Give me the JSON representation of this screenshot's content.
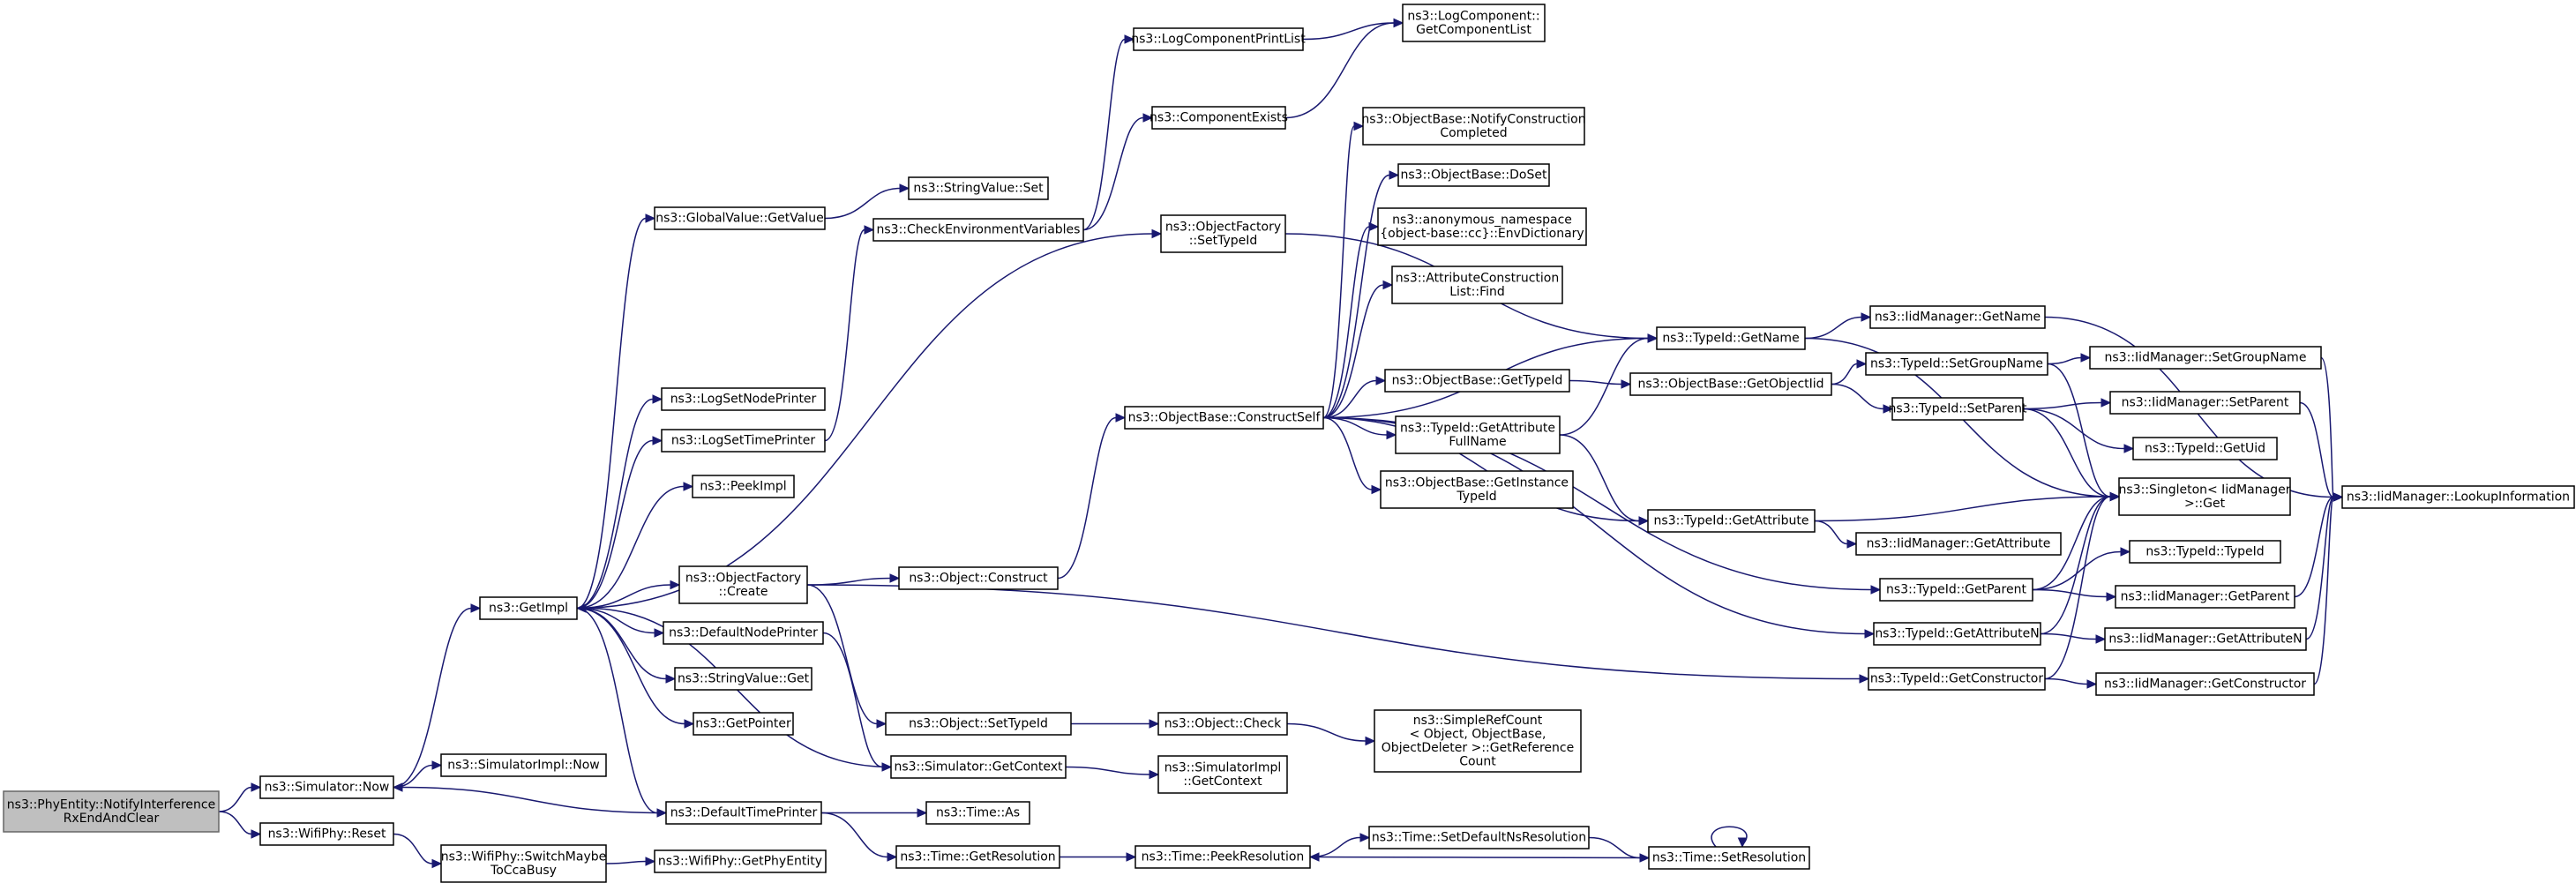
{
  "diagram": {
    "nodes": [
      {
        "id": "root",
        "lines": [
          "ns3::PhyEntity::NotifyInterference",
          "RxEndAndClear"
        ]
      },
      {
        "id": "sim_now",
        "lines": [
          "ns3::Simulator::Now"
        ]
      },
      {
        "id": "wifi_reset",
        "lines": [
          "ns3::WifiPhy::Reset"
        ]
      },
      {
        "id": "getimpl",
        "lines": [
          "ns3::GetImpl"
        ]
      },
      {
        "id": "simimpl_now",
        "lines": [
          "ns3::SimulatorImpl::Now"
        ]
      },
      {
        "id": "switchmaybe",
        "lines": [
          "ns3::WifiPhy::SwitchMaybe",
          "ToCcaBusy"
        ]
      },
      {
        "id": "getphyentity",
        "lines": [
          "ns3::WifiPhy::GetPhyEntity"
        ]
      },
      {
        "id": "gv_getvalue",
        "lines": [
          "ns3::GlobalValue::GetValue"
        ]
      },
      {
        "id": "lognodeprinter",
        "lines": [
          "ns3::LogSetNodePrinter"
        ]
      },
      {
        "id": "logtimeprinter",
        "lines": [
          "ns3::LogSetTimePrinter"
        ]
      },
      {
        "id": "peekimpl",
        "lines": [
          "ns3::PeekImpl"
        ]
      },
      {
        "id": "of_create",
        "lines": [
          "ns3::ObjectFactory",
          "::Create"
        ]
      },
      {
        "id": "defnodeprinter",
        "lines": [
          "ns3::DefaultNodePrinter"
        ]
      },
      {
        "id": "sv_get",
        "lines": [
          "ns3::StringValue::Get"
        ]
      },
      {
        "id": "getpointer",
        "lines": [
          "ns3::GetPointer"
        ]
      },
      {
        "id": "deftimeprinter",
        "lines": [
          "ns3::DefaultTimePrinter"
        ]
      },
      {
        "id": "sv_set",
        "lines": [
          "ns3::StringValue::Set"
        ]
      },
      {
        "id": "checkenv",
        "lines": [
          "ns3::CheckEnvironmentVariables"
        ]
      },
      {
        "id": "obj_construct",
        "lines": [
          "ns3::Object::Construct"
        ]
      },
      {
        "id": "obj_settypeid",
        "lines": [
          "ns3::Object::SetTypeId"
        ]
      },
      {
        "id": "sim_getcontext",
        "lines": [
          "ns3::Simulator::GetContext"
        ]
      },
      {
        "id": "time_as",
        "lines": [
          "ns3::Time::As"
        ]
      },
      {
        "id": "time_getres",
        "lines": [
          "ns3::Time::GetResolution"
        ]
      },
      {
        "id": "logcompprintlist",
        "lines": [
          "ns3::LogComponentPrintList"
        ]
      },
      {
        "id": "compexists",
        "lines": [
          "ns3::ComponentExists"
        ]
      },
      {
        "id": "of_settypeid",
        "lines": [
          "ns3::ObjectFactory",
          "::SetTypeId"
        ]
      },
      {
        "id": "ob_constructself",
        "lines": [
          "ns3::ObjectBase::ConstructSelf"
        ]
      },
      {
        "id": "obj_check",
        "lines": [
          "ns3::Object::Check"
        ]
      },
      {
        "id": "simimpl_getcontext",
        "lines": [
          "ns3::SimulatorImpl",
          "::GetContext"
        ]
      },
      {
        "id": "time_peekres",
        "lines": [
          "ns3::Time::PeekResolution"
        ]
      },
      {
        "id": "logcomp_getlist",
        "lines": [
          "ns3::LogComponent::",
          "GetComponentList"
        ]
      },
      {
        "id": "ob_notifyconstruction",
        "lines": [
          "ns3::ObjectBase::NotifyConstruction",
          "Completed"
        ]
      },
      {
        "id": "ob_doset",
        "lines": [
          "ns3::ObjectBase::DoSet"
        ]
      },
      {
        "id": "anon_envdict",
        "lines": [
          "ns3::anonymous_namespace",
          "{object-base::cc}::EnvDictionary"
        ]
      },
      {
        "id": "acl_find",
        "lines": [
          "ns3::AttributeConstruction",
          "List::Find"
        ]
      },
      {
        "id": "ob_gettypeid",
        "lines": [
          "ns3::ObjectBase::GetTypeId"
        ]
      },
      {
        "id": "tid_getattrfullname",
        "lines": [
          "ns3::TypeId::GetAttribute",
          "FullName"
        ]
      },
      {
        "id": "ob_getinstancetypeid",
        "lines": [
          "ns3::ObjectBase::GetInstance",
          "TypeId"
        ]
      },
      {
        "id": "simplerefcount",
        "lines": [
          "ns3::SimpleRefCount",
          "< Object, ObjectBase,",
          "ObjectDeleter >::GetReference",
          "Count"
        ]
      },
      {
        "id": "time_setdefaultns",
        "lines": [
          "ns3::Time::SetDefaultNsResolution"
        ]
      },
      {
        "id": "tid_getname",
        "lines": [
          "ns3::TypeId::GetName"
        ]
      },
      {
        "id": "ob_getobjectiid",
        "lines": [
          "ns3::ObjectBase::GetObjectIid"
        ]
      },
      {
        "id": "tid_getattribute",
        "lines": [
          "ns3::TypeId::GetAttribute"
        ]
      },
      {
        "id": "tid_getparent",
        "lines": [
          "ns3::TypeId::GetParent"
        ]
      },
      {
        "id": "tid_getattributen",
        "lines": [
          "ns3::TypeId::GetAttributeN"
        ]
      },
      {
        "id": "tid_getconstructor",
        "lines": [
          "ns3::TypeId::GetConstructor"
        ]
      },
      {
        "id": "time_setres",
        "lines": [
          "ns3::Time::SetResolution"
        ]
      },
      {
        "id": "iid_getname",
        "lines": [
          "ns3::IidManager::GetName"
        ]
      },
      {
        "id": "tid_setgroupname",
        "lines": [
          "ns3::TypeId::SetGroupName"
        ]
      },
      {
        "id": "tid_setparent",
        "lines": [
          "ns3::TypeId::SetParent"
        ]
      },
      {
        "id": "singleton_get",
        "lines": [
          "ns3::Singleton< IidManager",
          ">::Get"
        ]
      },
      {
        "id": "iid_getattribute",
        "lines": [
          "ns3::IidManager::GetAttribute"
        ]
      },
      {
        "id": "tid_typeid",
        "lines": [
          "ns3::TypeId::TypeId"
        ]
      },
      {
        "id": "iid_getparent",
        "lines": [
          "ns3::IidManager::GetParent"
        ]
      },
      {
        "id": "iid_getattributen",
        "lines": [
          "ns3::IidManager::GetAttributeN"
        ]
      },
      {
        "id": "iid_getconstructor",
        "lines": [
          "ns3::IidManager::GetConstructor"
        ]
      },
      {
        "id": "iid_setgroupname",
        "lines": [
          "ns3::IidManager::SetGroupName"
        ]
      },
      {
        "id": "iid_setparent",
        "lines": [
          "ns3::IidManager::SetParent"
        ]
      },
      {
        "id": "tid_getuid",
        "lines": [
          "ns3::TypeId::GetUid"
        ]
      },
      {
        "id": "iid_lookupinfo",
        "lines": [
          "ns3::IidManager::LookupInformation"
        ]
      }
    ],
    "edges": [
      [
        "root",
        "sim_now"
      ],
      [
        "root",
        "wifi_reset"
      ],
      [
        "sim_now",
        "getimpl"
      ],
      [
        "sim_now",
        "simimpl_now"
      ],
      [
        "wifi_reset",
        "switchmaybe"
      ],
      [
        "switchmaybe",
        "getphyentity"
      ],
      [
        "getimpl",
        "gv_getvalue"
      ],
      [
        "getimpl",
        "lognodeprinter"
      ],
      [
        "getimpl",
        "logtimeprinter"
      ],
      [
        "getimpl",
        "peekimpl"
      ],
      [
        "getimpl",
        "of_create"
      ],
      [
        "getimpl",
        "defnodeprinter"
      ],
      [
        "getimpl",
        "sv_get"
      ],
      [
        "getimpl",
        "getpointer"
      ],
      [
        "getimpl",
        "deftimeprinter"
      ],
      [
        "getimpl",
        "of_settypeid"
      ],
      [
        "gv_getvalue",
        "sv_set"
      ],
      [
        "logtimeprinter",
        "checkenv"
      ],
      [
        "checkenv",
        "logcompprintlist"
      ],
      [
        "checkenv",
        "compexists"
      ],
      [
        "logcompprintlist",
        "logcomp_getlist"
      ],
      [
        "compexists",
        "logcomp_getlist"
      ],
      [
        "of_create",
        "obj_construct"
      ],
      [
        "of_create",
        "obj_settypeid"
      ],
      [
        "of_create",
        "tid_getconstructor"
      ],
      [
        "defnodeprinter",
        "sim_getcontext"
      ],
      [
        "sim_getcontext",
        "getimpl"
      ],
      [
        "sim_getcontext",
        "simimpl_getcontext"
      ],
      [
        "deftimeprinter",
        "sim_now"
      ],
      [
        "deftimeprinter",
        "time_as"
      ],
      [
        "deftimeprinter",
        "time_getres"
      ],
      [
        "obj_construct",
        "ob_constructself"
      ],
      [
        "obj_settypeid",
        "obj_check"
      ],
      [
        "obj_check",
        "simplerefcount"
      ],
      [
        "of_settypeid",
        "tid_getname"
      ],
      [
        "ob_constructself",
        "ob_notifyconstruction"
      ],
      [
        "ob_constructself",
        "ob_doset"
      ],
      [
        "ob_constructself",
        "anon_envdict"
      ],
      [
        "ob_constructself",
        "acl_find"
      ],
      [
        "ob_constructself",
        "tid_getname"
      ],
      [
        "ob_constructself",
        "ob_gettypeid"
      ],
      [
        "ob_constructself",
        "tid_getattrfullname"
      ],
      [
        "ob_constructself",
        "ob_getinstancetypeid"
      ],
      [
        "ob_constructself",
        "tid_getattribute"
      ],
      [
        "ob_constructself",
        "tid_getparent"
      ],
      [
        "ob_constructself",
        "tid_getattributen"
      ],
      [
        "time_getres",
        "time_peekres"
      ],
      [
        "time_peekres",
        "time_setdefaultns"
      ],
      [
        "time_setdefaultns",
        "time_setres"
      ],
      [
        "time_setres",
        "time_peekres"
      ],
      [
        "time_setres",
        "time_setres"
      ],
      [
        "ob_gettypeid",
        "ob_getobjectiid"
      ],
      [
        "tid_getattrfullname",
        "tid_getname"
      ],
      [
        "tid_getattrfullname",
        "tid_getattribute"
      ],
      [
        "tid_getname",
        "iid_getname"
      ],
      [
        "tid_getname",
        "singleton_get"
      ],
      [
        "ob_getobjectiid",
        "tid_setgroupname"
      ],
      [
        "ob_getobjectiid",
        "tid_setparent"
      ],
      [
        "tid_getattribute",
        "singleton_get"
      ],
      [
        "tid_getattribute",
        "iid_getattribute"
      ],
      [
        "tid_getparent",
        "singleton_get"
      ],
      [
        "tid_getparent",
        "tid_typeid"
      ],
      [
        "tid_getparent",
        "iid_getparent"
      ],
      [
        "tid_getattributen",
        "singleton_get"
      ],
      [
        "tid_getattributen",
        "iid_getattributen"
      ],
      [
        "tid_getconstructor",
        "singleton_get"
      ],
      [
        "tid_getconstructor",
        "iid_getconstructor"
      ],
      [
        "tid_setgroupname",
        "singleton_get"
      ],
      [
        "tid_setgroupname",
        "iid_setgroupname"
      ],
      [
        "tid_setparent",
        "singleton_get"
      ],
      [
        "tid_setparent",
        "iid_setparent"
      ],
      [
        "tid_setparent",
        "tid_getuid"
      ],
      [
        "iid_getname",
        "iid_lookupinfo"
      ],
      [
        "iid_setgroupname",
        "iid_lookupinfo"
      ],
      [
        "iid_setparent",
        "iid_lookupinfo"
      ],
      [
        "iid_getparent",
        "iid_lookupinfo"
      ],
      [
        "iid_getattributen",
        "iid_lookupinfo"
      ],
      [
        "iid_getconstructor",
        "iid_lookupinfo"
      ]
    ]
  }
}
